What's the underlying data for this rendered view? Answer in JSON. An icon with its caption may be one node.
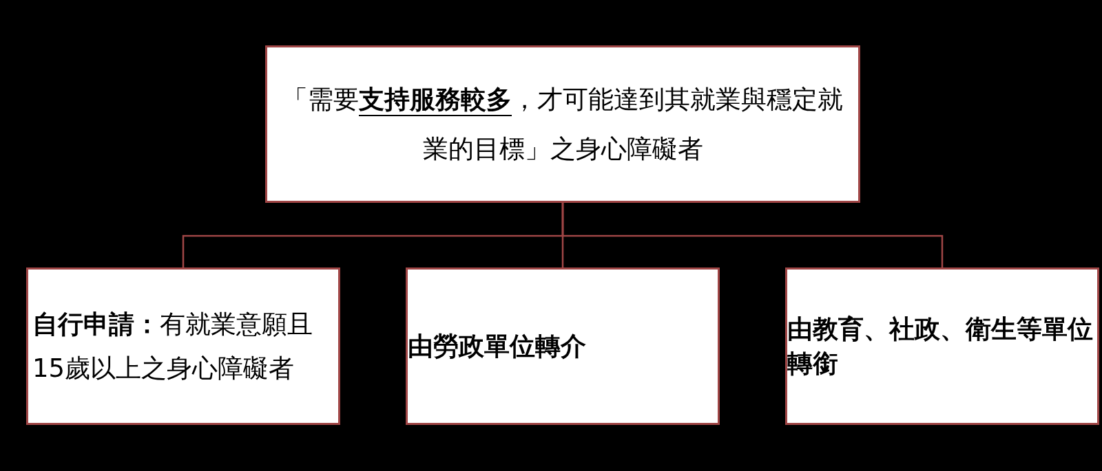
{
  "diagram": {
    "nodes": [
      {
        "text": [
          "「需要**支持服務較多**，才可能達到其就業與穩定就業的目標」之身心障礙者"
        ]
      },
      {
        "text": [
          "**自行申請：**有就業意願且15歲以上之身心障礙者"
        ]
      },
      {
        "text": [
          "由勞政單位轉介"
        ]
      },
      {
        "text": [
          "由教育、社政、衛生等單位轉銜"
        ]
      }
    ],
    "edges": [
      {
        "from": 0,
        "to": 1,
        "arrow": "none"
      },
      {
        "from": 0,
        "to": 2,
        "arrow": "none"
      },
      {
        "from": 0,
        "to": 3,
        "arrow": "none"
      }
    ]
  }
}
